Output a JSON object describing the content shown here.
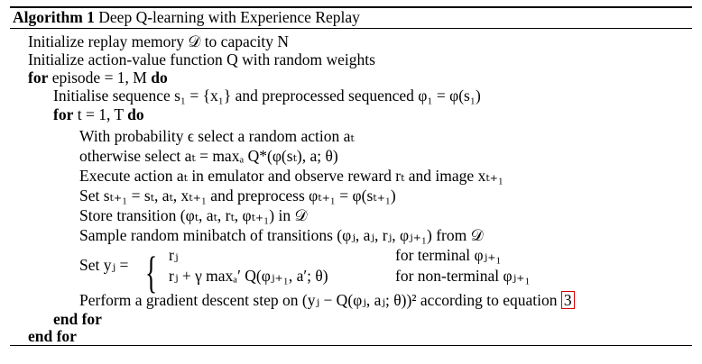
{
  "algorithm": {
    "label": "Algorithm 1",
    "title": "Deep Q-learning with Experience Replay"
  },
  "lines": {
    "init_memory": "Initialize replay memory 𝒟 to capacity N",
    "init_q": "Initialize action-value function Q with random weights",
    "for_episode_kw": "for",
    "for_episode_text": "episode = 1, M",
    "for_episode_do": "do",
    "init_seq": "Initialise sequence s₁ = {x₁} and preprocessed sequenced φ₁ = φ(s₁)",
    "for_t_kw": "for",
    "for_t_text": "t = 1, T",
    "for_t_do": "do",
    "prob_select": "With probability ϵ select a random action aₜ",
    "otherwise_select": "otherwise select aₜ = maxₐ Q*(φ(sₜ), a; θ)",
    "execute": "Execute action aₜ in emulator and observe reward rₜ and image xₜ₊₁",
    "set_state": "Set sₜ₊₁ = sₜ, aₜ, xₜ₊₁ and preprocess φₜ₊₁ = φ(sₜ₊₁)",
    "store": "Store transition (φₜ, aₜ, rₜ, φₜ₊₁) in 𝒟",
    "sample": "Sample random minibatch of transitions (φⱼ, aⱼ, rⱼ, φⱼ₊₁) from 𝒟",
    "set_y_label": "Set yⱼ =",
    "case1_value": "rⱼ",
    "case1_cond": "for terminal φⱼ₊₁",
    "case2_value": "rⱼ + γ maxₐ′ Q(φⱼ₊₁, a′; θ)",
    "case2_cond": "for non-terminal φⱼ₊₁",
    "gradient_prefix": "Perform a gradient descent step on (yⱼ − Q(φⱼ, aⱼ; θ))² according to equation",
    "equation_ref": "3",
    "end_for_inner": "end for",
    "end_for_outer": "end for"
  },
  "colors": {
    "text": "#000000",
    "ref_box": "#d40000"
  }
}
